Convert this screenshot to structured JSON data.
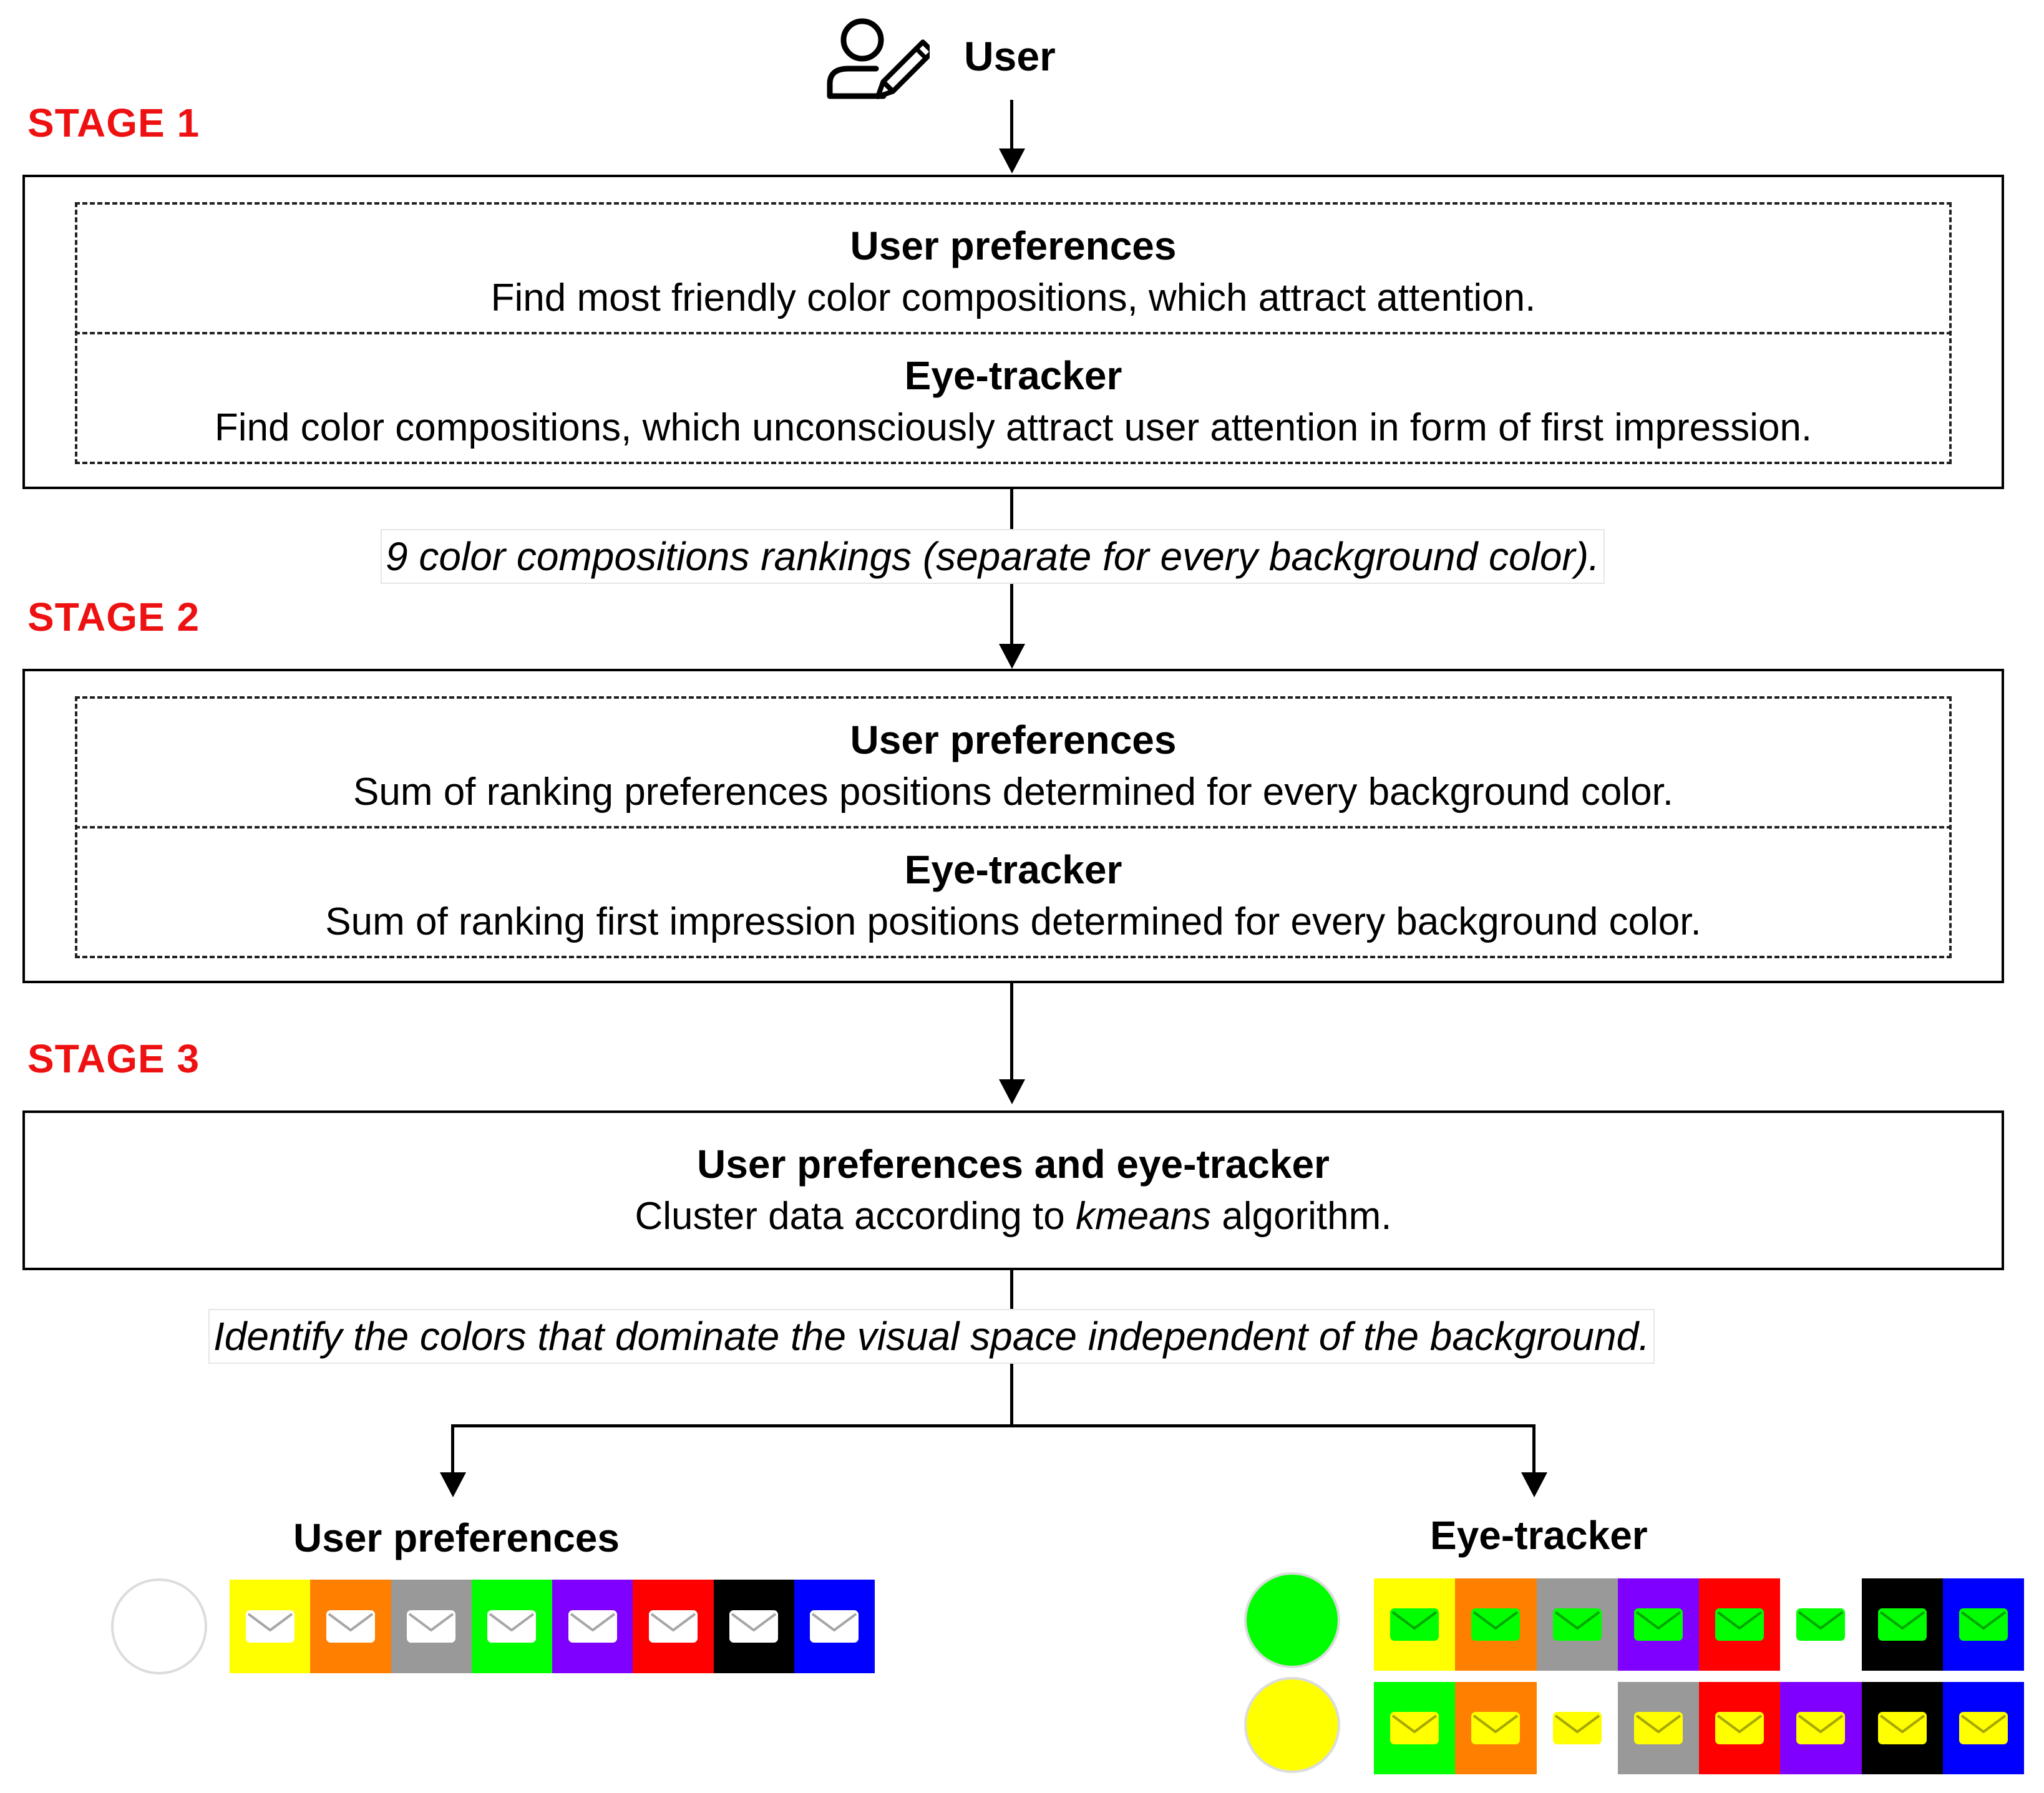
{
  "user": {
    "label": "User",
    "icon": "user-edit-icon"
  },
  "stages": [
    {
      "label": "STAGE 1"
    },
    {
      "label": "STAGE 2"
    },
    {
      "label": "STAGE 3"
    }
  ],
  "stage1": {
    "user_pref": {
      "title": "User preferences",
      "text": "Find most friendly color compositions, which attract attention."
    },
    "eye": {
      "title": "Eye-tracker",
      "text": "Find color compositions, which unconsciously attract user attention in form of first impression."
    }
  },
  "note1": "9 color compositions rankings (separate for every background color).",
  "stage2": {
    "user_pref": {
      "title": "User preferences",
      "text": "Sum of ranking preferences positions determined for every background color."
    },
    "eye": {
      "title": "Eye-tracker",
      "text": "Sum of ranking first impression positions determined for every background color."
    }
  },
  "stage3": {
    "title": "User preferences and eye-tracker",
    "text_before": "Cluster data according to ",
    "text_italic": "kmeans",
    "text_after": " algorithm."
  },
  "note2": "Identify the colors that dominate the visual space independent of the background.",
  "results": {
    "user_pref": {
      "title": "User preferences",
      "rows": [
        {
          "circle": "#ffffff",
          "icon": "envelope-icon",
          "cells": [
            {
              "bg": "#ffff00",
              "fg": "#ffffff"
            },
            {
              "bg": "#ff7f00",
              "fg": "#ffffff"
            },
            {
              "bg": "#999999",
              "fg": "#ffffff"
            },
            {
              "bg": "#00ff00",
              "fg": "#ffffff"
            },
            {
              "bg": "#7f00ff",
              "fg": "#ffffff"
            },
            {
              "bg": "#ff0000",
              "fg": "#ffffff"
            },
            {
              "bg": "#000000",
              "fg": "#ffffff"
            },
            {
              "bg": "#0000ff",
              "fg": "#ffffff"
            }
          ]
        }
      ]
    },
    "eye": {
      "title": "Eye-tracker",
      "rows": [
        {
          "circle": "#00ff00",
          "icon": "envelope-icon",
          "cells": [
            {
              "bg": "#ffff00",
              "fg": "#00ff00"
            },
            {
              "bg": "#ff7f00",
              "fg": "#00ff00"
            },
            {
              "bg": "#999999",
              "fg": "#00ff00"
            },
            {
              "bg": "#7f00ff",
              "fg": "#00ff00"
            },
            {
              "bg": "#ff0000",
              "fg": "#00ff00"
            },
            {
              "bg": "#ffffff",
              "fg": "#00ff00"
            },
            {
              "bg": "#000000",
              "fg": "#00ff00"
            },
            {
              "bg": "#0000ff",
              "fg": "#00ff00"
            }
          ]
        },
        {
          "circle": "#ffff00",
          "icon": "envelope-icon",
          "cells": [
            {
              "bg": "#00ff00",
              "fg": "#ffff00"
            },
            {
              "bg": "#ff7f00",
              "fg": "#ffff00"
            },
            {
              "bg": "#ffffff",
              "fg": "#ffff00"
            },
            {
              "bg": "#999999",
              "fg": "#ffff00"
            },
            {
              "bg": "#ff0000",
              "fg": "#ffff00"
            },
            {
              "bg": "#7f00ff",
              "fg": "#ffff00"
            },
            {
              "bg": "#000000",
              "fg": "#ffff00"
            },
            {
              "bg": "#0000ff",
              "fg": "#ffff00"
            }
          ]
        }
      ]
    }
  }
}
